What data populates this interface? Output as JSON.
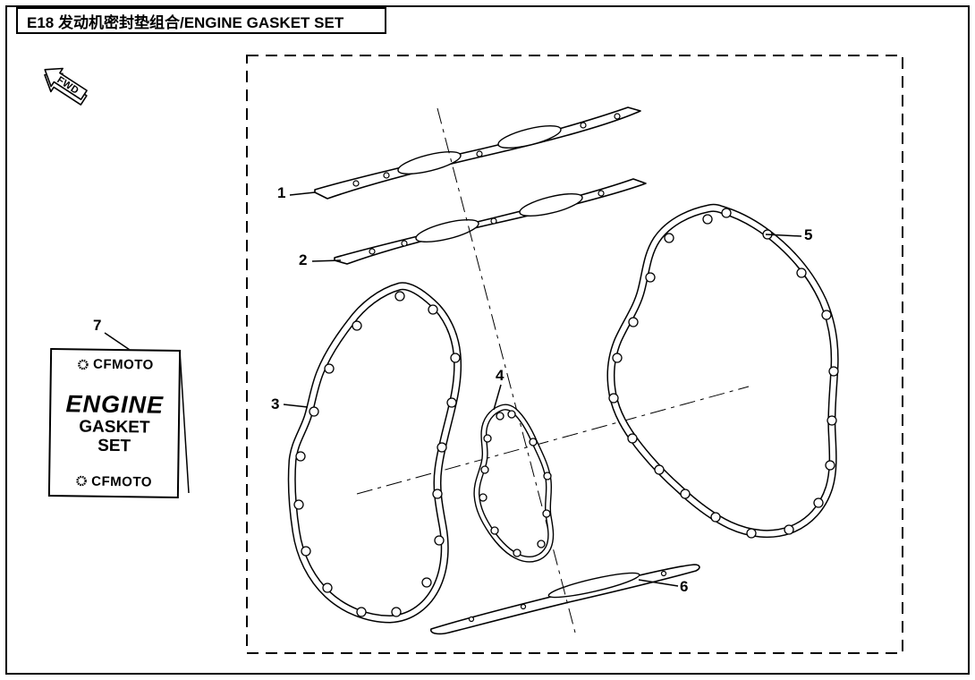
{
  "page": {
    "background_color": "#ffffff",
    "line_color": "#000000"
  },
  "header": {
    "title": "E18 发动机密封垫组合/ENGINE GASKET SET"
  },
  "orientation_arrow": {
    "label": "FWD"
  },
  "callouts": [
    {
      "num": "1"
    },
    {
      "num": "2"
    },
    {
      "num": "3"
    },
    {
      "num": "4"
    },
    {
      "num": "5"
    },
    {
      "num": "6"
    },
    {
      "num": "7"
    }
  ],
  "gasket_kit_card": {
    "brand_top": "CFMOTO",
    "product_line1": "ENGINE",
    "product_line2": "GASKET",
    "product_line3": "SET",
    "brand_bottom": "CFMOTO"
  }
}
